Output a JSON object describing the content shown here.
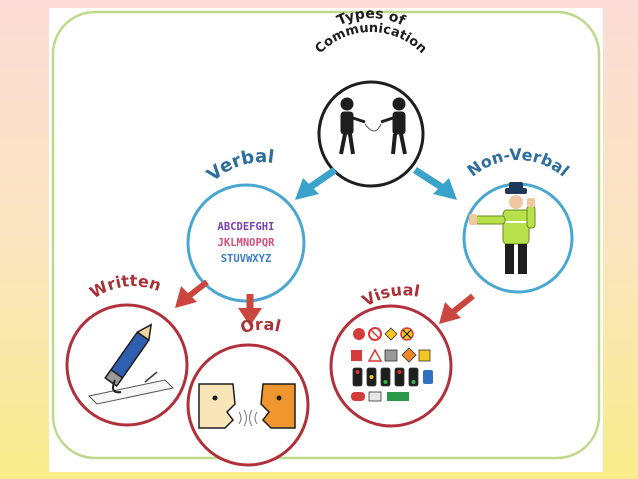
{
  "title_line1": "Types of",
  "title_line2": "Communication",
  "nodes": {
    "verbal": "Verbal",
    "non_verbal": "Non-Verbal",
    "written": "Written",
    "oral": "Oral",
    "visual": "Visual"
  },
  "alphabet_rows": [
    "ABCDEFGHI",
    "JKLMNOPQR",
    "STUVWXYZ"
  ],
  "colors": {
    "frame_green": "#bdd98a",
    "circle_dark": "#1e1e1e",
    "circle_blue": "#4aa7cf",
    "circle_red": "#b0303c",
    "label_blue": "#2e6e9a",
    "label_red": "#a83238",
    "arrow_blue": "#3aa3cc",
    "arrow_red": "#cc4640"
  }
}
